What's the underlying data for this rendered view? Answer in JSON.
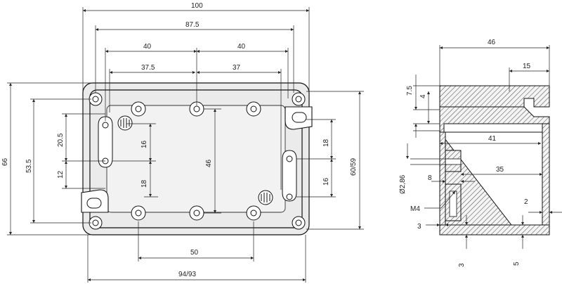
{
  "front_view": {
    "width_total": "100",
    "hole_pitch_outer": "87.5",
    "half_span_left": "40",
    "half_span_right": "40",
    "inner_left": "37.5",
    "inner_right": "37",
    "width_bottom": "94/93",
    "boss_spacing_bottom": "50",
    "height_total": "66",
    "height_inner": "53.5",
    "left_upper": "20.5",
    "left_lower": "12",
    "center_upper": "16",
    "center_lower": "18",
    "center_height": "46",
    "right_upper": "18",
    "right_lower": "16",
    "height_right": "60/59"
  },
  "section_view": {
    "depth_total": "46",
    "lid_depth": "15",
    "inner_depth": "41",
    "boss_depth": "35",
    "top_offset": "7.5",
    "lid_thickness": "4",
    "hole_diameter": "Ø2,86",
    "hole_depth": "8",
    "thread": "M4",
    "wall_right": "2",
    "wall_left": "3",
    "floor": "3",
    "floor_right": "5"
  }
}
